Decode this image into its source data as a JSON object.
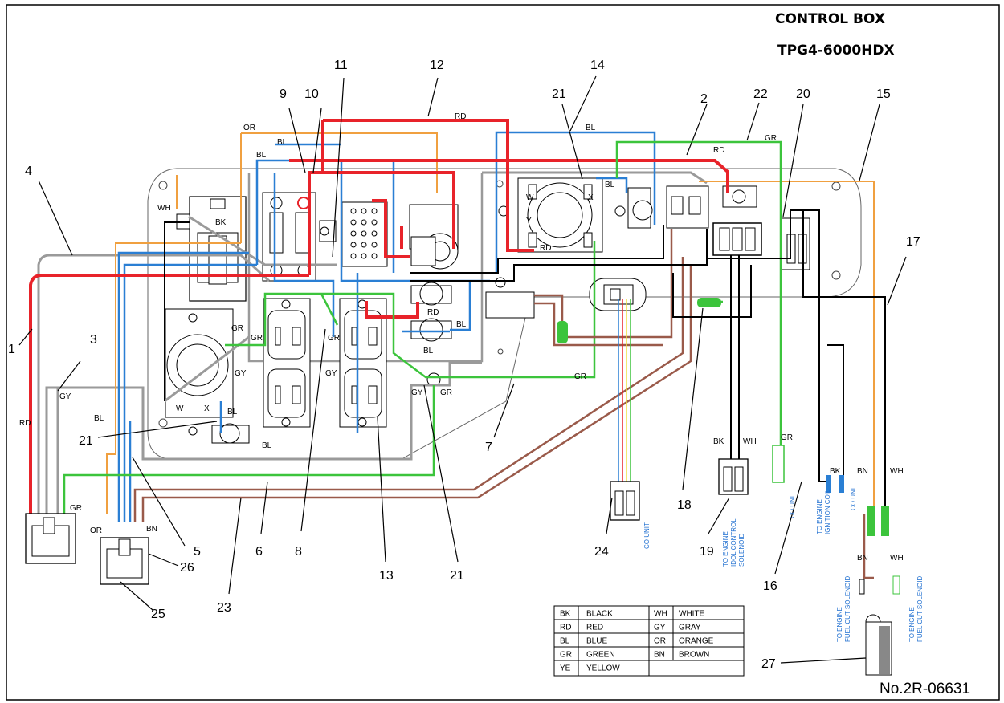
{
  "title": {
    "line1": "CONTROL  BOX",
    "line2": "TPG4-6000HDX"
  },
  "doc_number": "No.2R-06631",
  "colors": {
    "red": "#e8232a",
    "blue": "#2a7fd4",
    "green": "#3cc43c",
    "gray": "#9a9a9a",
    "orange": "#f0a040",
    "brown": "#9a5a4a",
    "black": "#000000"
  },
  "callouts": [
    "1",
    "2",
    "3",
    "4",
    "5",
    "6",
    "7",
    "8",
    "9",
    "10",
    "11",
    "12",
    "13",
    "14",
    "15",
    "16",
    "17",
    "18",
    "19",
    "20",
    "21",
    "21",
    "21",
    "22",
    "23",
    "24",
    "25",
    "26",
    "27"
  ],
  "wire_labels": {
    "rd": "RD",
    "bl": "BL",
    "gr": "GR",
    "gy": "GY",
    "or": "OR",
    "bk": "BK",
    "wh": "WH",
    "bn": "BN"
  },
  "terminal_labels": {
    "w": "W",
    "x": "X",
    "y": "Y",
    "wv": "W"
  },
  "connector_notes": {
    "co_unit": "CO UNIT",
    "idol_line1": "TO ENGINE",
    "idol_line2": "IDOL CONTROL",
    "idol_line3": "SOLENOID",
    "ign_line1": "TO ENGINE",
    "ign_line2": "IGNITION COIL",
    "fuel_line1": "TO ENGINE",
    "fuel_line2": "FUEL CUT SOLENOID"
  },
  "legend": [
    {
      "code": "BK",
      "name": "BLACK",
      "code2": "WH",
      "name2": "WHITE"
    },
    {
      "code": "RD",
      "name": "RED",
      "code2": "GY",
      "name2": "GRAY"
    },
    {
      "code": "BL",
      "name": "BLUE",
      "code2": "OR",
      "name2": "ORANGE"
    },
    {
      "code": "GR",
      "name": "GREEN",
      "code2": "BN",
      "name2": "BROWN"
    },
    {
      "code": "YE",
      "name": "YELLOW",
      "code2": "",
      "name2": ""
    }
  ]
}
